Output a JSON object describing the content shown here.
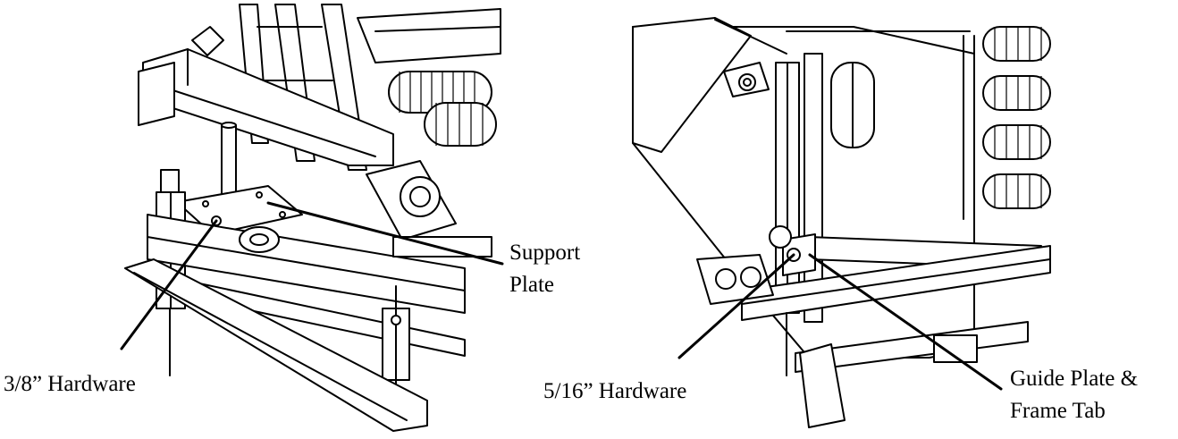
{
  "callouts": {
    "support_plate_line1": "Support",
    "support_plate_line2": "Plate",
    "hardware_38": "3/8” Hardware",
    "hardware_516": "5/16” Hardware",
    "guide_plate_line1": "Guide Plate &",
    "guide_plate_line2": "Frame Tab"
  },
  "illustrations": {
    "left": "mower-deck-front-assembly-drawing",
    "right": "mower-deck-side-assembly-drawing"
  }
}
